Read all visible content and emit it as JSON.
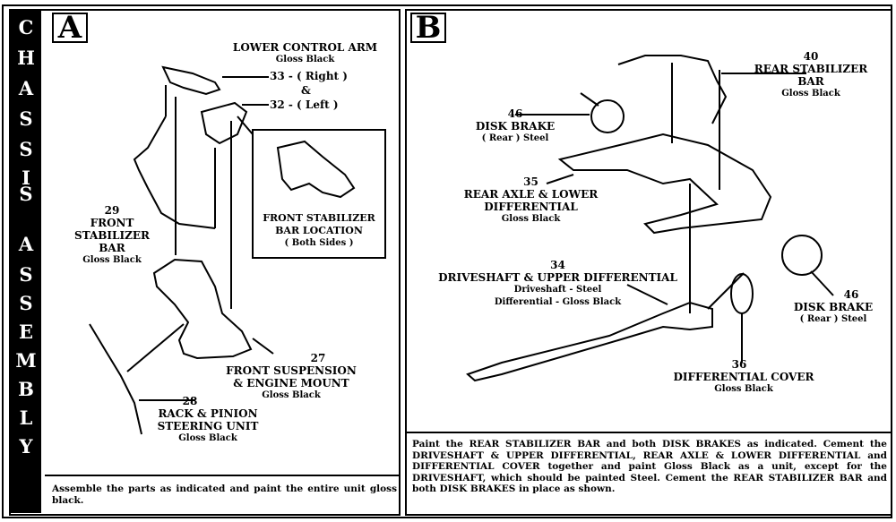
{
  "sidebar": {
    "letters": [
      "C",
      "H",
      "A",
      "S",
      "S",
      "I",
      "S",
      "",
      "A",
      "S",
      "S",
      "E",
      "M",
      "B",
      "L",
      "Y"
    ]
  },
  "panel_a": {
    "letter": "A",
    "lower_control_arm": {
      "title": "LOWER CONTROL ARM",
      "finish": "Gloss Black",
      "right": "33 - ( Right )",
      "amp": "&",
      "left": "32 - ( Left )"
    },
    "front_stabilizer_bar": {
      "number": "29",
      "line1": "FRONT",
      "line2": "STABILIZER",
      "line3": "BAR",
      "finish": "Gloss Black"
    },
    "inset": {
      "line1": "FRONT STABILIZER",
      "line2": "BAR LOCATION",
      "line3": "( Both Sides )"
    },
    "front_suspension": {
      "number": "27",
      "line1": "FRONT SUSPENSION",
      "line2": "& ENGINE MOUNT",
      "finish": "Gloss Black"
    },
    "rack_pinion": {
      "number": "28",
      "line1": "RACK & PINION",
      "line2": "STEERING UNIT",
      "finish": "Gloss Black"
    },
    "instruction": "Assemble the parts as indicated and paint the entire unit gloss black."
  },
  "panel_b": {
    "letter": "B",
    "rear_stabilizer_bar": {
      "number": "40",
      "line1": "REAR STABILIZER",
      "line2": "BAR",
      "finish": "Gloss Black"
    },
    "disk_brake_left": {
      "number": "46",
      "line1": "DISK BRAKE",
      "line2": "( Rear ) Steel"
    },
    "rear_axle": {
      "number": "35",
      "line1": "REAR AXLE & LOWER",
      "line2": "DIFFERENTIAL",
      "finish": "Gloss Black"
    },
    "driveshaft": {
      "number": "34",
      "line1": "DRIVESHAFT & UPPER DIFFERENTIAL",
      "line2": "Driveshaft - Steel",
      "line3": "Differential - Gloss Black"
    },
    "disk_brake_right": {
      "number": "46",
      "line1": "DISK BRAKE",
      "line2": "( Rear ) Steel"
    },
    "differential_cover": {
      "number": "36",
      "line1": "DIFFERENTIAL COVER",
      "finish": "Gloss Black"
    },
    "instruction": "Paint the REAR STABILIZER BAR and both DISK BRAKES as indicated. Cement the DRIVESHAFT & UPPER DIFFERENTIAL, REAR AXLE & LOWER DIFFERENTIAL and DIFFERENTIAL COVER together and paint Gloss Black as a unit, except for the DRIVESHAFT, which should be painted Steel. Cement the REAR STABILIZER BAR and both DISK BRAKES in place as shown."
  }
}
